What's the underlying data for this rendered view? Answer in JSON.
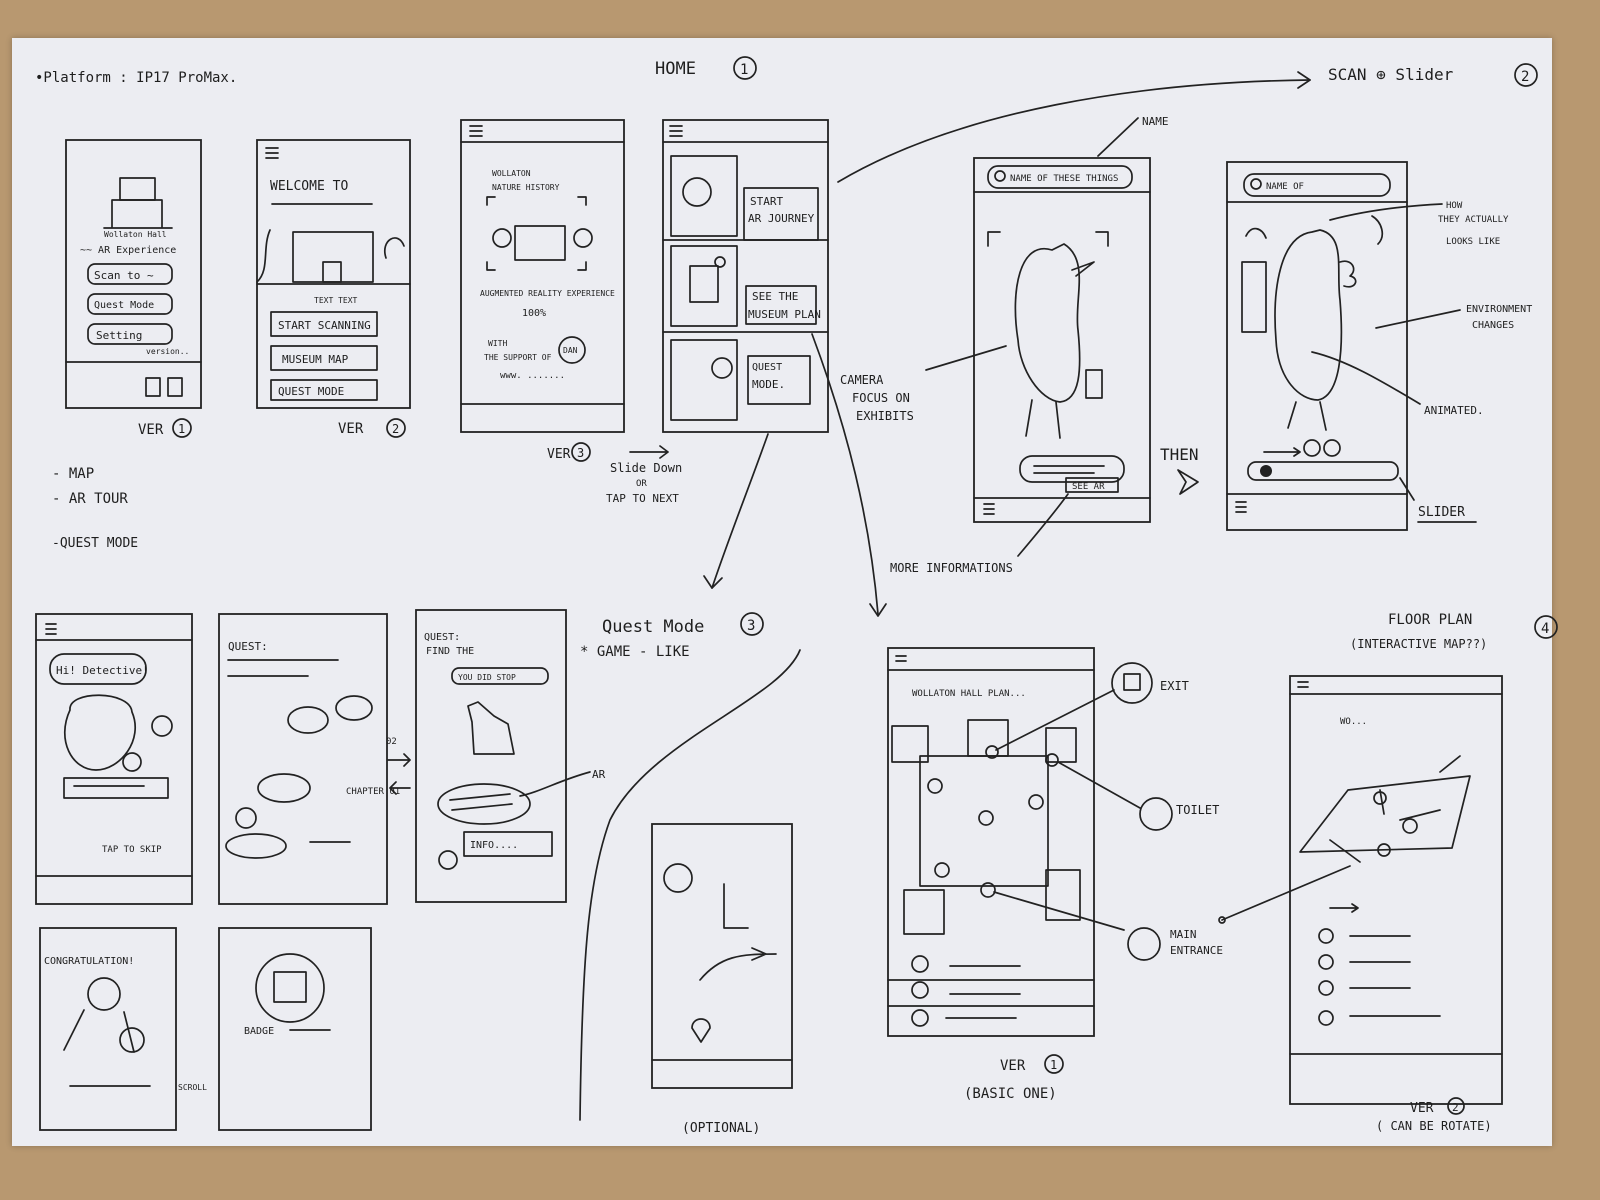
{
  "header": {
    "platform": "•Platform : IP17 ProMax.",
    "home": "HOME",
    "home_num": "1",
    "scan_slider": "SCAN ⊕ Slider",
    "scan_num": "2"
  },
  "home": {
    "v1": {
      "wollaton": "Wollaton Hall",
      "ar_exp": "~~ AR Experience",
      "scan": "Scan to ~",
      "quest": "Quest Mode",
      "setting": "Setting",
      "version": "version..",
      "label": "VER",
      "num": "1"
    },
    "v2": {
      "welcome": "WELCOME TO",
      "text": "TEXT TEXT",
      "start": "START SCANNING",
      "museum": "MUSEUM MAP",
      "quest": "QUEST MODE",
      "label": "VER",
      "num": "2"
    },
    "v3": {
      "t1": "WOLLATON",
      "t2": "NATURE HISTORY",
      "ar": "AUGMENTED REALITY EXPERIENCE",
      "pct": "100%",
      "with": "WITH",
      "support": "THE SUPPORT OF",
      "dan": "DAN",
      "www": "www. .......",
      "label": "VER",
      "num": "3"
    },
    "v4": {
      "b1a": "START",
      "b1b": "AR JOURNEY",
      "b2a": "SEE THE",
      "b2b": "MUSEUM PLAN",
      "b3a": "QUEST",
      "b3b": "MODE.",
      "slide": "Slide Down",
      "or": "OR",
      "tap": "TAP TO NEXT"
    }
  },
  "notes": {
    "map": "- MAP",
    "ar": "- AR TOUR",
    "quest": "-QUEST MODE"
  },
  "scan": {
    "name_label": "NAME",
    "search1": "NAME OF THESE THINGS",
    "see_ar": "SEE AR",
    "camera1": "CAMERA",
    "camera2": "FOCUS ON",
    "camera3": "EXHIBITS",
    "more": "MORE INFORMATIONS",
    "then": "THEN",
    "search2": "NAME OF",
    "how1": "HOW",
    "how2": "THEY ACTUALLY",
    "how3": "LOOKS LIKE",
    "env1": "ENVIRONMENT",
    "env2": "CHANGES",
    "animated": "ANIMATED.",
    "slider": "SLIDER"
  },
  "quest": {
    "title": "Quest Mode",
    "num": "3",
    "game": "* GAME - LIKE",
    "hi": "Hi! Detective!",
    "tap_skip": "TAP TO SKIP",
    "q_label": "QUEST:",
    "chapter": "CHAPTER 01",
    "ch02": "02",
    "q3a": "QUEST:",
    "q3b": "FIND THE",
    "found": "YOU DID STOP",
    "info": "INFO....",
    "ar": "AR",
    "congrats": "CONGRATULATION!",
    "scroll": "SCROLL",
    "badge": "BADGE",
    "optional": "(OPTIONAL)"
  },
  "floor": {
    "title": "FLOOR PLAN",
    "num": "4",
    "sub": "(INTERACTIVE MAP??)",
    "plan": "WOLLATON HALL PLAN...",
    "exit": "EXIT",
    "toilet": "TOILET",
    "main1": "MAIN",
    "main2": "ENTRANCE",
    "v1": "VER",
    "v1num": "1",
    "v1sub": "(BASIC ONE)",
    "v2head": "WO...",
    "v2": "VER",
    "v2num": "2",
    "v2sub": "( CAN BE ROTATE)"
  },
  "colors": {
    "paper": "#ecedf2",
    "ink": "#222222",
    "table": "#b89870"
  }
}
